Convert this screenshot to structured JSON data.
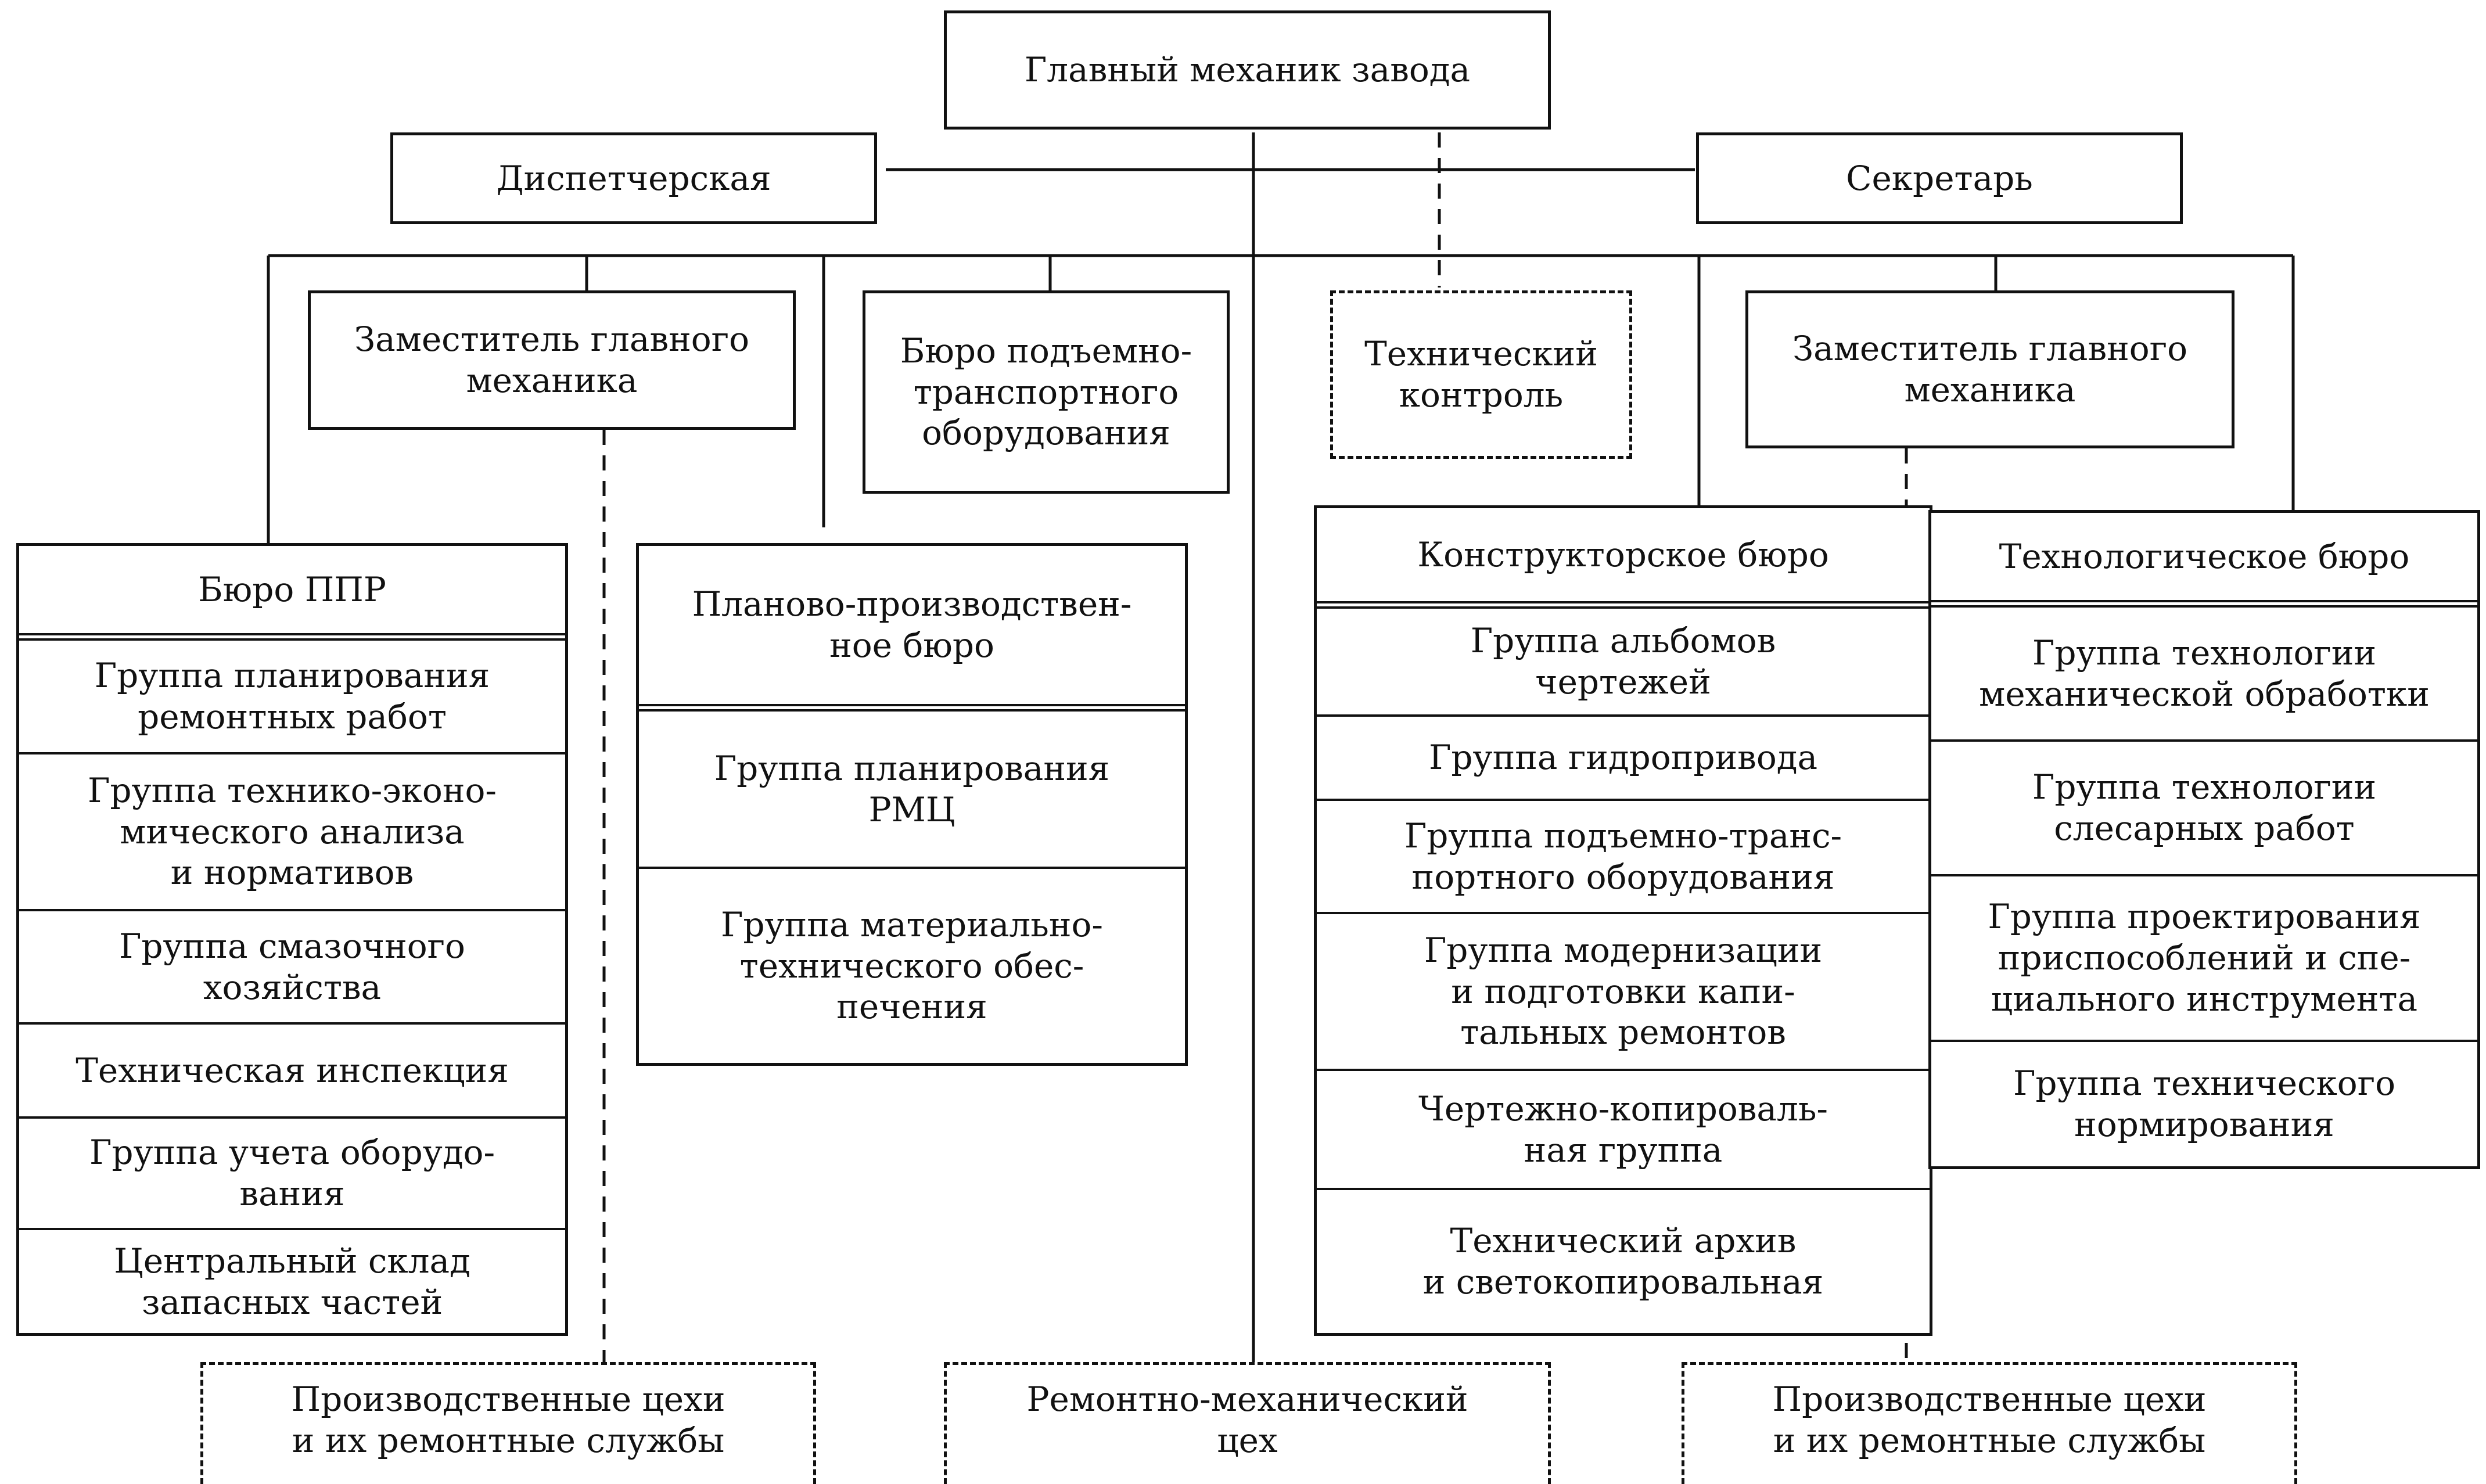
{
  "chief": "Главный механик завода",
  "dispatch": "Диспетчерская",
  "secretary": "Секретарь",
  "deputy_left": "Заместитель главного\nмеханика",
  "bureau_lifting": "Бюро подъемно-\nтранспортного\nоборудования",
  "tech_control": "Технический\nконтроль",
  "deputy_right": "Заместитель главного\nмеханика",
  "ppr_bureau": {
    "title": "Бюро ППР",
    "items": [
      "Группа планирования\nремонтных работ",
      "Группа технико-эконо-\nмического анализа\nи нормативов",
      "Группа смазочного\nхозяйства",
      "Техническая инспекция",
      "Группа учета оборудо-\nвания",
      "Центральный склад\nзапасных частей"
    ]
  },
  "planning_bureau": {
    "title": "Планово-производствен-\nное бюро",
    "items": [
      "Группа планирования\nРМЦ",
      "Группа материально-\nтехнического обес-\nпечения"
    ]
  },
  "design_bureau": {
    "title": "Конструкторское бюро",
    "items": [
      "Группа альбомов\nчертежей",
      "Группа гидропривода",
      "Группа подъемно-транс-\nпортного оборудования",
      "Группа модернизации\nи подготовки капи-\nтальных ремонтов",
      "Чертежно-копироваль-\nная группа",
      "Технический архив\nи светокопировальная"
    ]
  },
  "tech_bureau": {
    "title": "Технологическое бюро",
    "items": [
      "Группа технологии\nмеханической обработки",
      "Группа технологии\nслесарных работ",
      "Группа проектирования\nприспособлений и спе-\nциального инструмента",
      "Группа технического\nнормирования"
    ]
  },
  "bottom_left": "Производственные цехи\nи их ремонтные службы",
  "bottom_center": "Ремонтно-механический\nцех",
  "bottom_right": "Производственные цехи\nи их ремонтные службы"
}
